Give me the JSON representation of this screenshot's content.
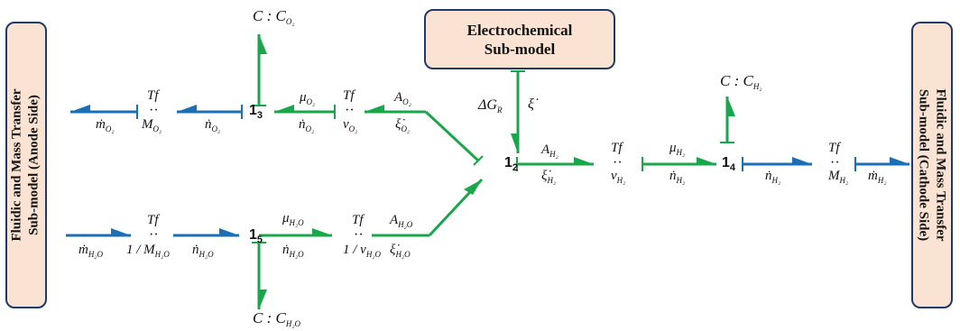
{
  "boxes": {
    "electrochemical": {
      "line1": "Electrochemical",
      "line2": "Sub-model"
    },
    "anode": {
      "line1": "Fluidic and Mass Transfer",
      "line2": "Sub-model (Anode Side)"
    },
    "cathode": {
      "line1": "Fluidic and Mass Transfer",
      "line2": "Sub-model (Cathode Side)"
    }
  },
  "nodes": {
    "n13": {
      "base": "1",
      "sub": "3"
    },
    "n15": {
      "base": "1",
      "sub": "5"
    },
    "n12": {
      "base": "1",
      "sub": "2"
    },
    "n14": {
      "base": "1",
      "sub": "4"
    }
  },
  "transformers": {
    "tf": "Tf"
  },
  "capacitors": {
    "c_o2": {
      "text": "C : C",
      "sub": "O₂"
    },
    "c_h2o": {
      "text": "C : C",
      "sub": "H₂O"
    },
    "c_h2": {
      "text": "C : C",
      "sub": "H₂"
    }
  },
  "symbols": {
    "mdot_o2": {
      "base": "ṁ",
      "sub": "O₂"
    },
    "M_o2": {
      "base": "M",
      "sub": "O₂"
    },
    "ndot_o2_a": {
      "base": "ṅ",
      "sub": "O₂"
    },
    "mu_o2": {
      "base": "μ",
      "sub": "O₂"
    },
    "ndot_o2_b": {
      "base": "ṅ",
      "sub": "O₂"
    },
    "nu_o2": {
      "base": "ν",
      "sub": "O₂"
    },
    "A_o2": {
      "base": "A",
      "sub": "O₂"
    },
    "xi_o2": {
      "base": "ξ̇",
      "sub": "O₂"
    },
    "mdot_h2o": {
      "base": "ṁ",
      "sub": "H₂O"
    },
    "invM_h2o": {
      "base": "1 / M",
      "sub": "H₂O"
    },
    "ndot_h2o_a": {
      "base": "ṅ",
      "sub": "H₂O"
    },
    "mu_h2o": {
      "base": "μ",
      "sub": "H₂O"
    },
    "ndot_h2o_b": {
      "base": "ṅ",
      "sub": "H₂O"
    },
    "invnu_h2o": {
      "base": "1 / ν",
      "sub": "H₂O"
    },
    "A_h2o": {
      "base": "A",
      "sub": "H₂O"
    },
    "xi_h2o": {
      "base": "ξ̇",
      "sub": "H₂O"
    },
    "dG": {
      "base": "ΔG",
      "sub": "R"
    },
    "xi": {
      "base": "ξ̇",
      "sub": ""
    },
    "A_h2": {
      "base": "A",
      "sub": "H₂"
    },
    "xi_h2": {
      "base": "ξ̇",
      "sub": "H₂"
    },
    "nu_h2": {
      "base": "ν",
      "sub": "H₂"
    },
    "mu_h2": {
      "base": "μ",
      "sub": "H₂"
    },
    "ndot_h2_a": {
      "base": "ṅ",
      "sub": "H₂"
    },
    "ndot_h2_b": {
      "base": "ṅ",
      "sub": "H₂"
    },
    "M_h2": {
      "base": "M",
      "sub": "H₂"
    },
    "mdot_h2": {
      "base": "ṁ",
      "sub": "H₂"
    }
  },
  "colors": {
    "blue": "#1b6fb5",
    "green": "#1aa64a",
    "box_fill": "#fbe3d3",
    "box_border": "#1f3a66"
  }
}
